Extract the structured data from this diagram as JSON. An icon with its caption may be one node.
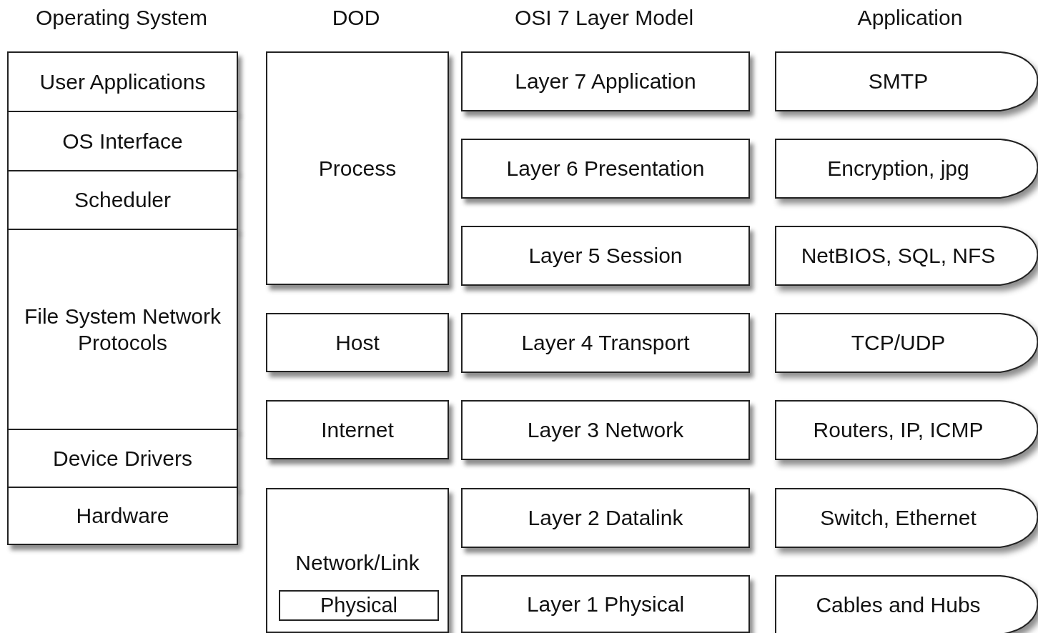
{
  "diagram": {
    "nodes": [
      {
        "text": [
          "User Applications"
        ]
      },
      {
        "text": [
          "OS Interface"
        ]
      },
      {
        "text": [
          "Scheduler"
        ]
      },
      {
        "text": [
          "File System Network Protocols"
        ]
      },
      {
        "text": [
          "Device Drivers"
        ]
      },
      {
        "text": [
          "Hardware"
        ]
      },
      {
        "text": [
          "Process"
        ]
      },
      {
        "text": [
          "Host"
        ]
      },
      {
        "text": [
          "Internet"
        ]
      },
      {
        "text": [
          "Network/Link"
        ]
      },
      {
        "text": [
          "Physical"
        ],
        "in": 9
      },
      {
        "text": [
          "Layer 7 Application"
        ]
      },
      {
        "text": [
          "Layer 6 Presentation"
        ]
      },
      {
        "text": [
          "Layer 5 Session"
        ]
      },
      {
        "text": [
          "Layer 4 Transport"
        ]
      },
      {
        "text": [
          "Layer 3 Network"
        ]
      },
      {
        "text": [
          "Layer 2 Datalink"
        ]
      },
      {
        "text": [
          "Layer 1 Physical"
        ]
      },
      {
        "text": [
          "SMTP"
        ]
      },
      {
        "text": [
          "Encryption, jpg"
        ]
      },
      {
        "text": [
          "NetBIOS, SQL, NFS"
        ]
      },
      {
        "text": [
          "TCP/UDP"
        ]
      },
      {
        "text": [
          "Routers, IP, ICMP"
        ]
      },
      {
        "text": [
          "Switch, Ethernet"
        ]
      },
      {
        "text": [
          "Cables and Hubs"
        ]
      }
    ],
    "labels": [
      "Operating System",
      "DOD",
      "OSI 7 Layer Model",
      "Application"
    ]
  }
}
